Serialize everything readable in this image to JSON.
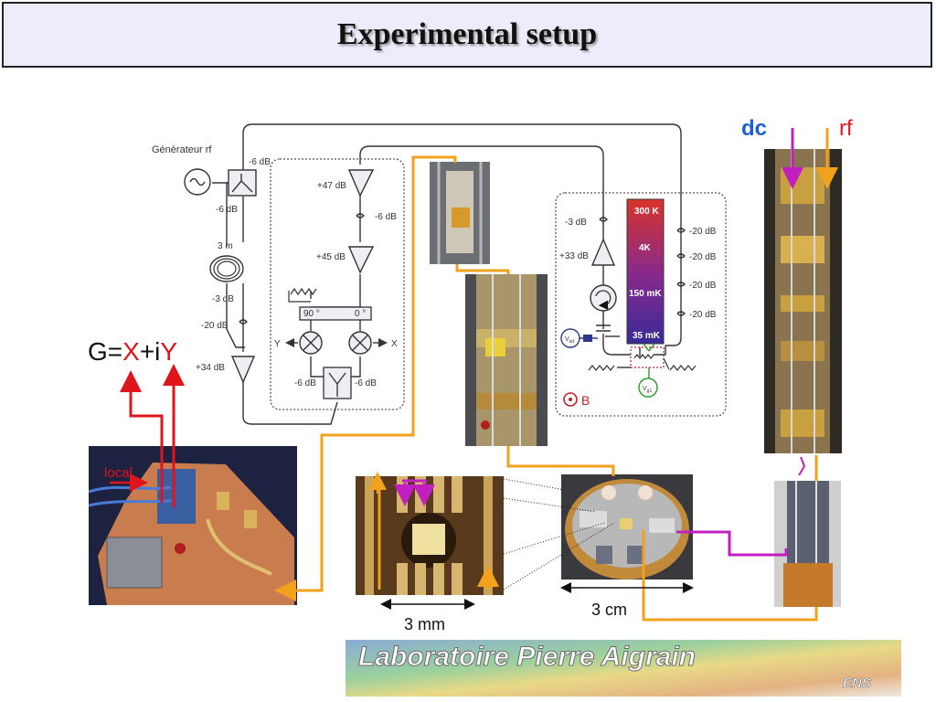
{
  "title": "Experimental setup",
  "diagram": {
    "generator_label": "Générateur rf",
    "splitter_out": "-6 dB",
    "splitter_in": "-6 dB",
    "cable_length": "3 m",
    "cable_att": "-3 dB",
    "att_20": "-20 dB",
    "amp_34": "+34 dB",
    "amp_47": "+47 dB",
    "att_6": "-6 dB",
    "amp_45": "+45 dB",
    "phase_90": "90 °",
    "phase_0": "0 °",
    "out_y": "Y",
    "out_x": "X",
    "mix_left": "-6 dB",
    "mix_right": "-6 dB",
    "cryo_att3": "-3 dB",
    "cryo_amp33": "+33 dB",
    "temp_300k": "300 K",
    "temp_4k": "4K",
    "temp_150mk": "150 mK",
    "temp_35mk": "35 mK",
    "rline_att1": "-20 dB",
    "rline_att2": "-20 dB",
    "rline_att3": "-20 dB",
    "rline_att4": "-20 dB",
    "vsd_label": "V",
    "vsd_sub": "sd",
    "vg_label": "V",
    "vg_sub": "g1",
    "b_label": "B"
  },
  "formula": {
    "prefix": "G=",
    "x": "X",
    "plus_i": "+i",
    "y": "Y"
  },
  "labels": {
    "local": "local",
    "dc": "dc",
    "rf": "rf",
    "scale_3mm": "3 mm",
    "scale_3cm": "3 cm"
  },
  "logo": {
    "text": "Laboratoire Pierre Aigrain",
    "sub": "ENS"
  },
  "colors": {
    "orange_wire": "#f2a11c",
    "red_wire": "#e0141b",
    "magenta_wire": "#c21fc2",
    "dc_blue": "#1e5fd6",
    "rf_red": "#e0141b",
    "title_bg": "#ececfb"
  }
}
